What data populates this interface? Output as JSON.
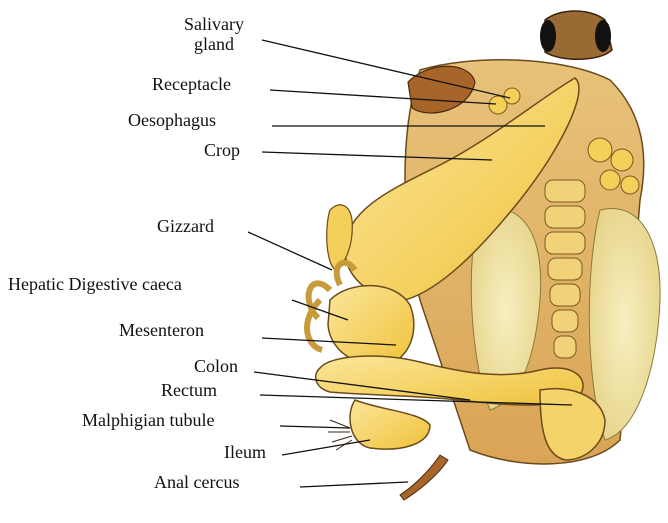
{
  "diagram": {
    "labels": {
      "salivary": "Salivary gland",
      "receptacle": "Receptacle",
      "oesophagus": "Oesophagus",
      "crop": "Crop",
      "gizzard": "Gizzard",
      "hepatic": "Hepatic Digestive caeca",
      "mesenteron": "Mesenteron",
      "colon": "Colon",
      "rectum": "Rectum",
      "malpighian": "Malphigian tubule",
      "ileum": "Ileum",
      "anal": "Anal cercus"
    },
    "colors": {
      "gut_yellow": "#f6d25a",
      "gut_light": "#fbe69a",
      "body_tan": "#e3b86a",
      "head_brown": "#8a5a2a",
      "eye_black": "#111111",
      "fat_body": "#efe2a0",
      "outline": "#6b4a1c"
    }
  }
}
